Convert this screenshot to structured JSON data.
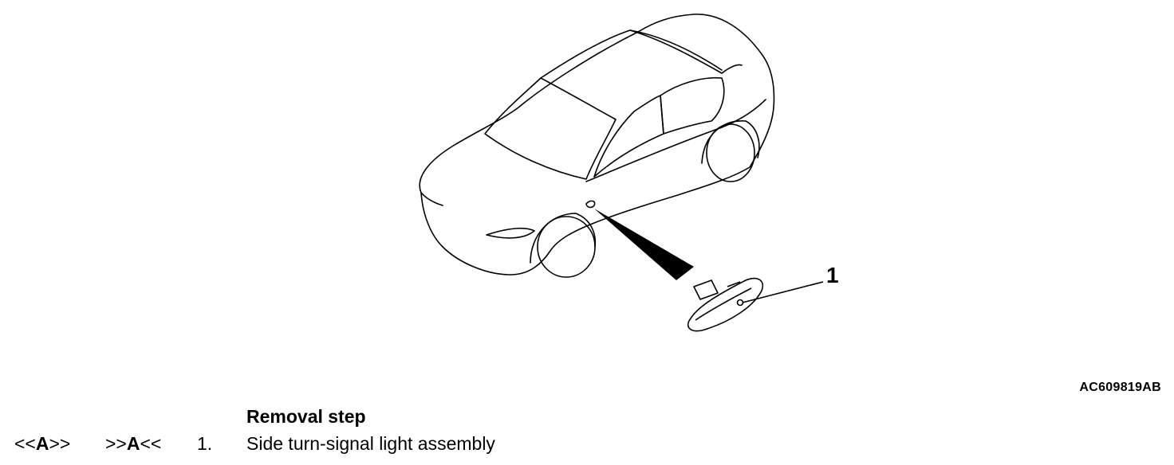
{
  "figure": {
    "callout_number": "1",
    "figure_id": "AC609819AB"
  },
  "procedure": {
    "heading": "Removal step",
    "steps": [
      {
        "ref_removal_prefix": "<<",
        "ref_removal_letter": "A",
        "ref_removal_suffix": ">>",
        "ref_install_prefix": ">>",
        "ref_install_letter": "A",
        "ref_install_suffix": "<<",
        "number": "1.",
        "description": "Side turn-signal light assembly"
      }
    ]
  }
}
